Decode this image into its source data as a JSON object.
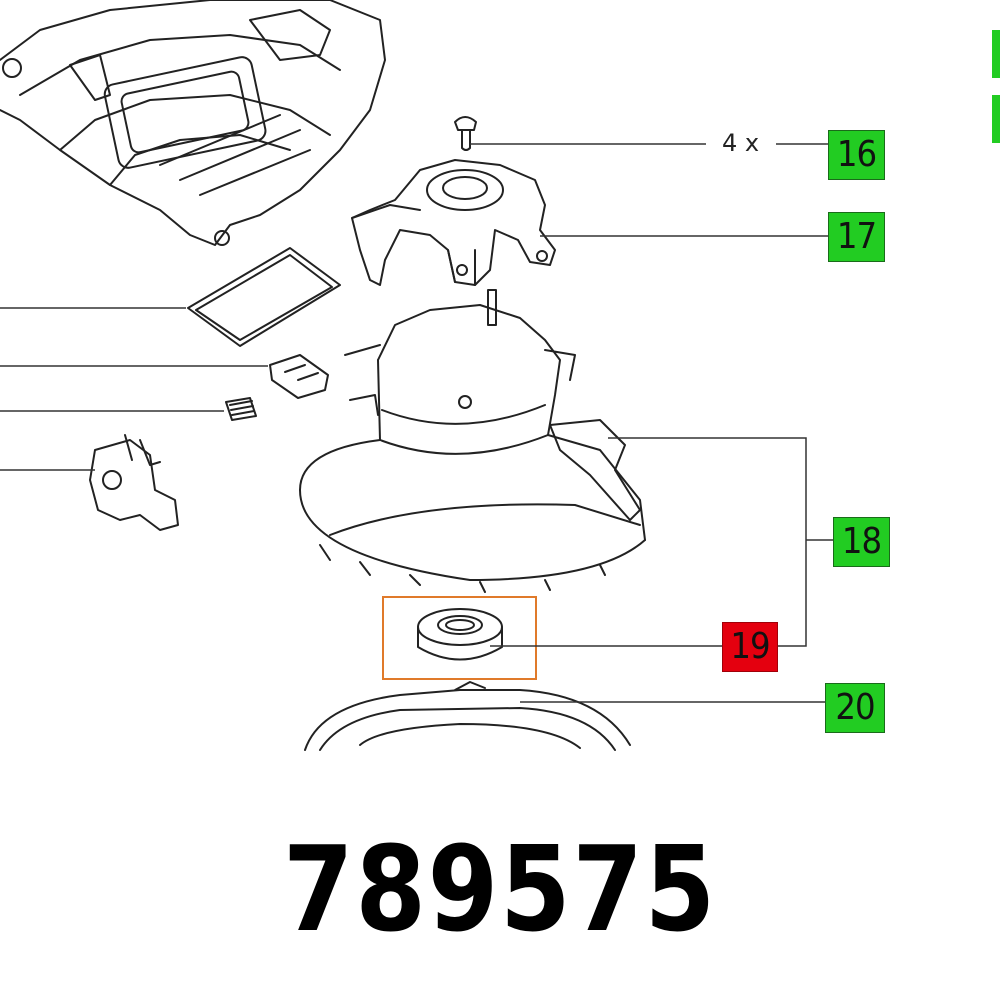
{
  "callouts": [
    {
      "id": "16",
      "label": "16",
      "state": "normal"
    },
    {
      "id": "17",
      "label": "17",
      "state": "normal"
    },
    {
      "id": "18",
      "label": "18",
      "state": "normal"
    },
    {
      "id": "19",
      "label": "19",
      "state": "highlighted"
    },
    {
      "id": "20",
      "label": "20",
      "state": "normal"
    }
  ],
  "quantity_16": "4 x",
  "part_number": "789575",
  "colors": {
    "callout_normal": "#22cc22",
    "callout_highlight": "#e4000f",
    "highlight_frame": "#e07a2a",
    "line": "#333333"
  }
}
